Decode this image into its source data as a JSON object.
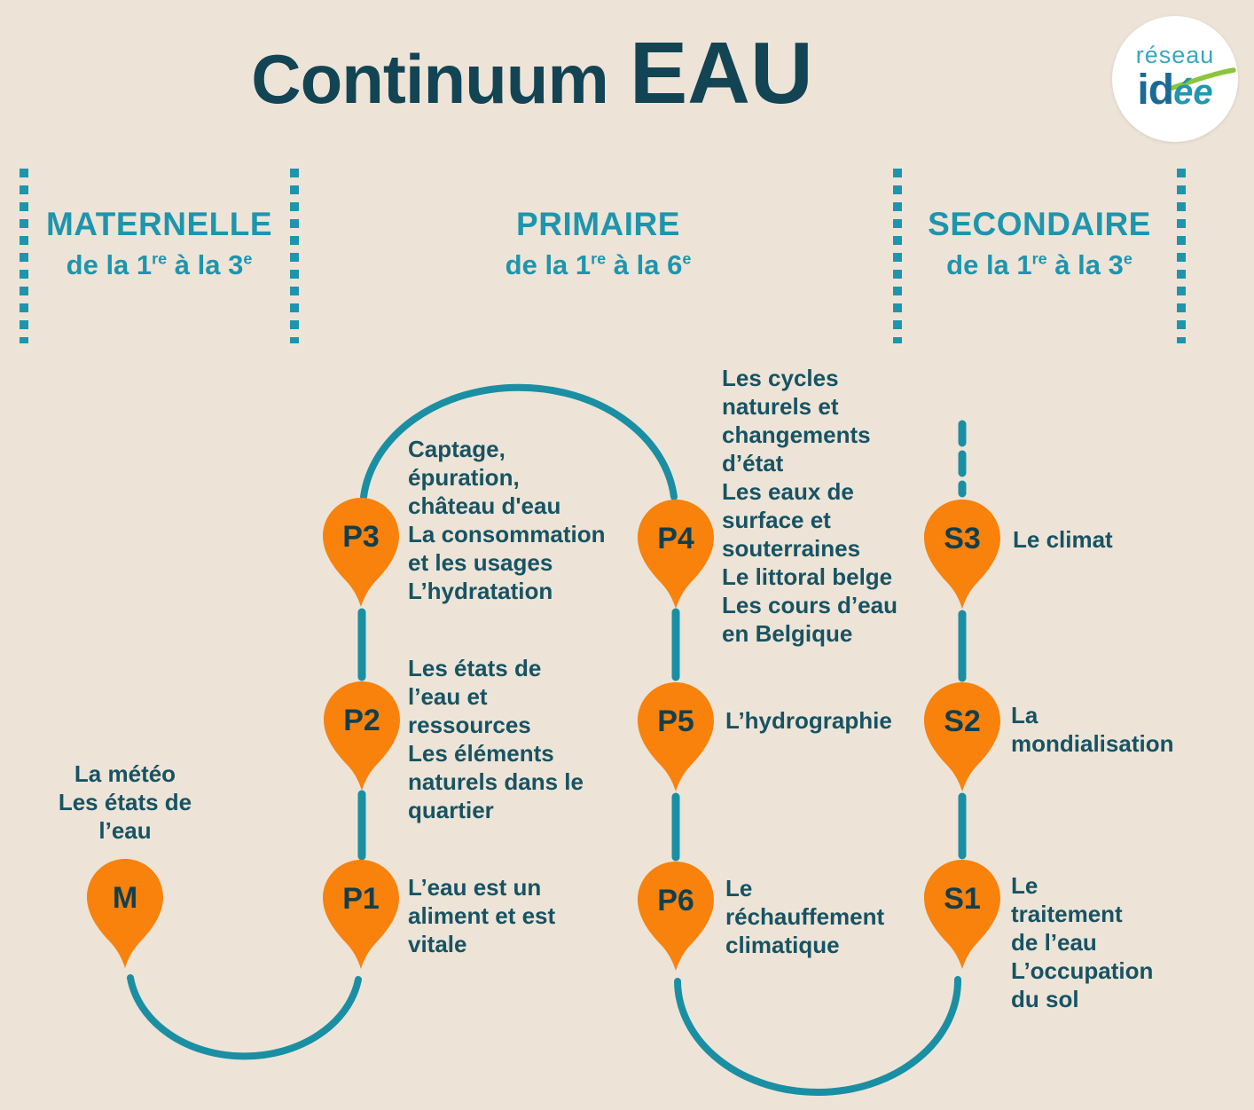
{
  "title": {
    "text": "Continuum",
    "accent": "EAU"
  },
  "logo": {
    "line1": "réseau",
    "bold": "id",
    "script": "ée",
    "swoosh_icon": "green-swoosh"
  },
  "colors": {
    "background": "#EDE4D7",
    "header_teal": "#1E95AD",
    "line_teal": "#1A8FA3",
    "label_teal": "#175363",
    "pin_orange": "#F8820C",
    "title_ink": "#134454",
    "logo_blue": "#1A6A95",
    "logo_teal": "#2196AE",
    "logo_green": "#8CC43C"
  },
  "columns": [
    {
      "key": "maternelle",
      "title": "MATERNELLE",
      "sub_pre": "de la 1",
      "sub_sup1": "re",
      "sub_mid": " à la 3",
      "sub_sup2": "e"
    },
    {
      "key": "primaire",
      "title": "PRIMAIRE",
      "sub_pre": "de la 1",
      "sub_sup1": "re",
      "sub_mid": " à la 6",
      "sub_sup2": "e"
    },
    {
      "key": "secondaire",
      "title": "SECONDAIRE",
      "sub_pre": "de la 1",
      "sub_sup1": "re",
      "sub_mid": " à la 3",
      "sub_sup2": "e"
    }
  ],
  "nodes": {
    "M": {
      "pin": "M",
      "label": "La météo\nLes états de\nl’eau"
    },
    "P1": {
      "pin": "P1",
      "label": "L’eau est un\naliment et est\nvitale"
    },
    "P2": {
      "pin": "P2",
      "label": "Les états de\nl’eau et\nressources\nLes éléments\nnaturels dans le\nquartier"
    },
    "P3": {
      "pin": "P3",
      "label": "Captage,\népuration,\nchâteau d'eau\nLa consommation\net les usages\nL’hydratation"
    },
    "P4": {
      "pin": "P4",
      "label": "Les cycles\nnaturels et\nchangements\nd’état\nLes eaux de\nsurface et\nsouterraines\nLe littoral belge\nLes cours d’eau\nen Belgique"
    },
    "P5": {
      "pin": "P5",
      "label": "L’hydrographie"
    },
    "P6": {
      "pin": "P6",
      "label": "Le\nréchauffement\nclimatique"
    },
    "S1": {
      "pin": "S1",
      "label": "Le\ntraitement\nde l’eau\nL’occupation\ndu sol"
    },
    "S2": {
      "pin": "S2",
      "label": "La\nmondialisation"
    },
    "S3": {
      "pin": "S3",
      "label": "Le climat"
    }
  }
}
